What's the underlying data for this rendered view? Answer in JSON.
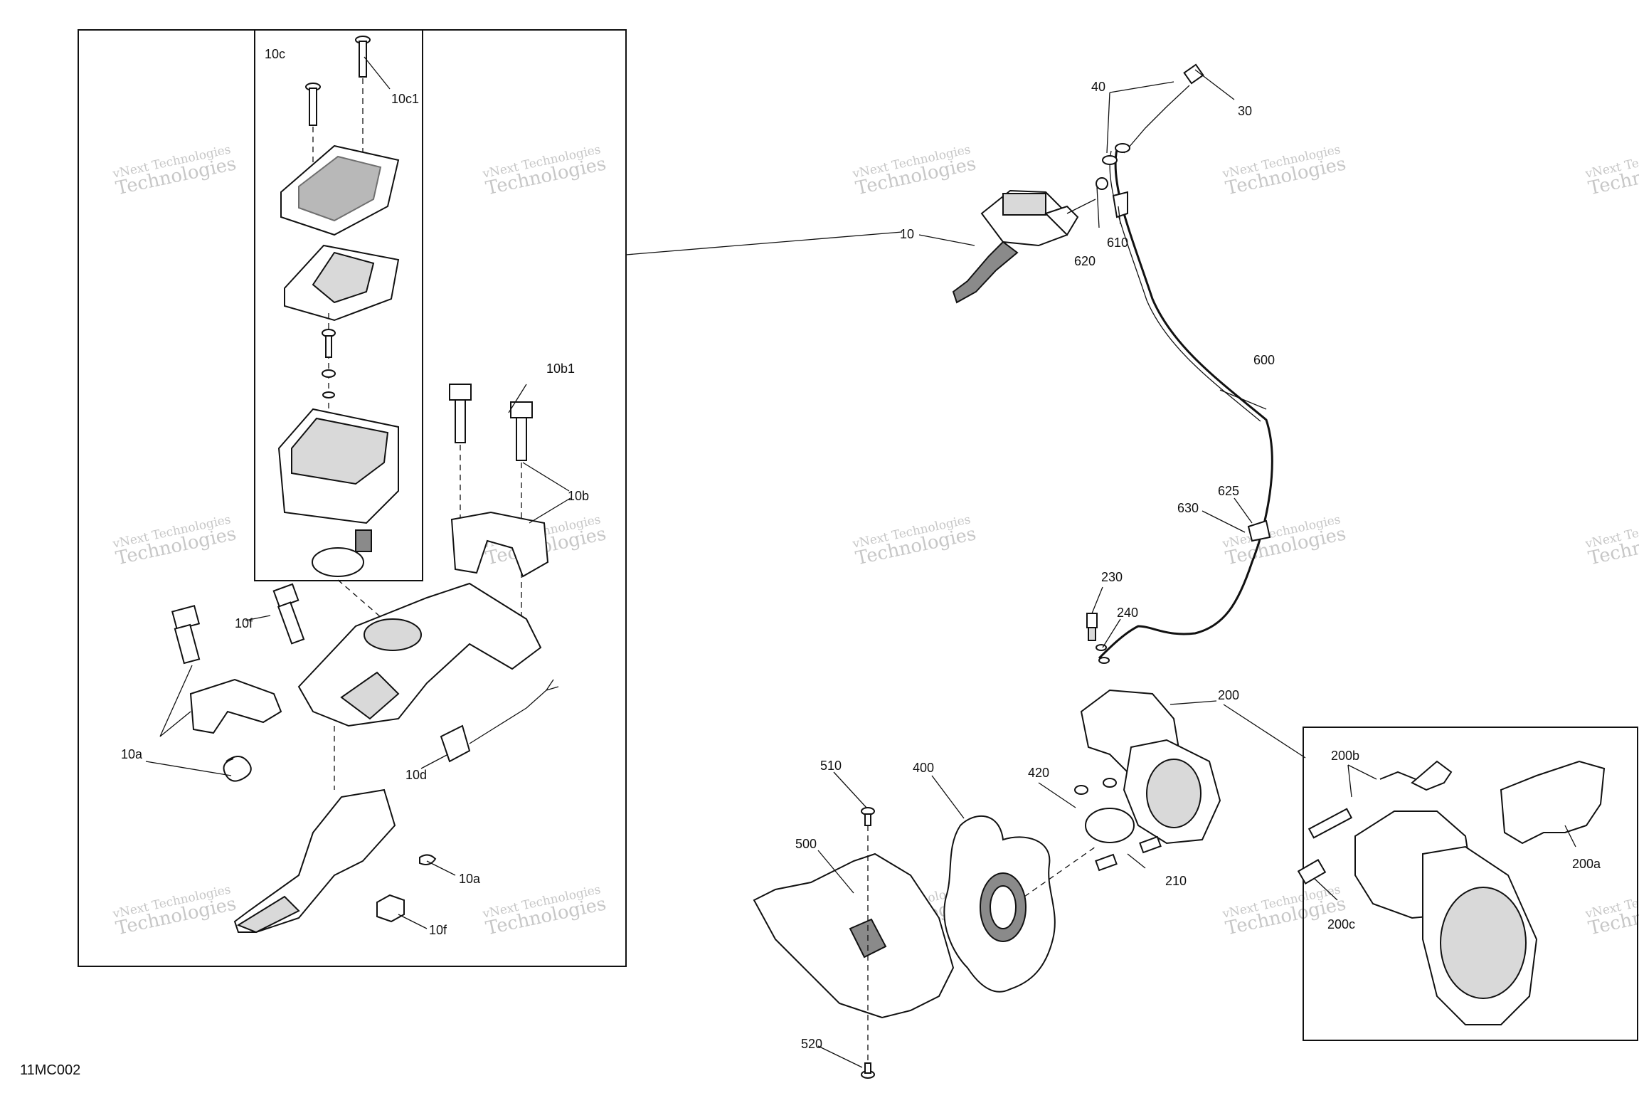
{
  "figure_id": "11MC002",
  "callouts": {
    "c10c": "10c",
    "c10c1": "10c1",
    "c10b1": "10b1",
    "c10b": "10b",
    "c10f_top": "10f",
    "c10a_left": "10a",
    "c10d": "10d",
    "c10a_right": "10a",
    "c10f_bottom": "10f",
    "c40": "40",
    "c30": "30",
    "c10": "10",
    "c620": "620",
    "c610": "610",
    "c600": "600",
    "c625": "625",
    "c630": "630",
    "c230": "230",
    "c240": "240",
    "c200": "200",
    "c510": "510",
    "c400": "400",
    "c420": "420",
    "c500": "500",
    "c210": "210",
    "c520": "520",
    "c200b": "200b",
    "c200a": "200a",
    "c200c": "200c"
  },
  "watermark": {
    "line1": "vNext Technologies",
    "line2": "Technologies"
  }
}
